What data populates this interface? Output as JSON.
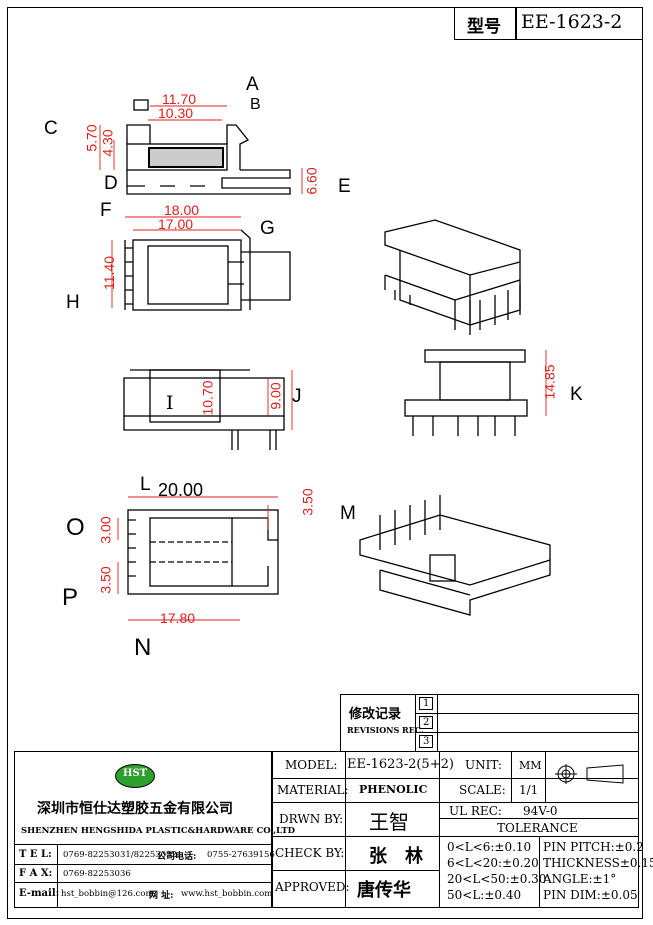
{
  "header": {
    "model_label": "型号",
    "model_value": "EE-1623-2"
  },
  "view_labels": {
    "A": "A",
    "B": "B",
    "C": "C",
    "D": "D",
    "E": "E",
    "F": "F",
    "G": "G",
    "H": "H",
    "I": "I",
    "J": "J",
    "K": "K",
    "L": "L",
    "M": "M",
    "N": "N",
    "O": "O",
    "P": "P"
  },
  "dimensions": {
    "d_11_70": "11.70",
    "d_10_30": "10.30",
    "d_5_70": "5.70",
    "d_4_30": "4.30",
    "d_6_60": "6.60",
    "d_18_00": "18.00",
    "d_17_00": "17.00",
    "d_11_40": "11.40",
    "d_10_70": "10.70",
    "d_9_00": "9.00",
    "d_14_85": "14.85",
    "d_20_00": "20.00",
    "d_3_50_top": "3.50",
    "d_3_00": "3.00",
    "d_3_50_left": "3.50",
    "d_17_80": "17.80"
  },
  "revision": {
    "title": "修改记录",
    "subtitle": "REVISIONS REC.",
    "marks": [
      "1",
      "2",
      "3"
    ]
  },
  "company": {
    "name_cn": "深圳市恒仕达塑胶五金有限公司",
    "name_en": "SHENZHEN HENGSHIDA PLASTIC&HARDWARE CO.,LTD",
    "tel_label": "T E L:",
    "tel_value": "0769-82253031/82253032",
    "phone_label": "公司电话:",
    "phone_value": "0755-27639156",
    "fax_label": "F A X:",
    "fax_value": "0769-82253036",
    "email_label": "E-mail:",
    "email_value": "hst_bobbin@126.com",
    "web_label": "网 址:",
    "web_value": "www.hst_bobbin.com",
    "logo_text": "HST"
  },
  "title_block": {
    "model_label": "MODEL:",
    "model_value": "EE-1623-2(5+2)",
    "material_label": "MATERIAL:",
    "material_value": "PHENOLIC",
    "drawn_label": "DRWN BY:",
    "drawn_value": "王智",
    "check_label": "CHECK BY:",
    "check_value": "张　林",
    "approved_label": "APPROVED:",
    "approved_value": "唐传华",
    "unit_label": "UNIT:",
    "unit_value": "MM",
    "scale_label": "SCALE:",
    "scale_value": "1/1",
    "ul_label": "UL REC:",
    "ul_value": "94V-0",
    "tolerance_label": "TOLERANCE",
    "tol_1": "0<L<6:±0.10",
    "tol_2": "6<L<20:±0.20",
    "tol_3": "20<L<50:±0.30",
    "tol_4": "50<L:±0.40",
    "pin_pitch": "PIN PITCH:±0.2",
    "thickness": "THICKNESS±0.15",
    "angle": "ANGLE:±1°",
    "pin_dim": "PIN DIM:±0.05"
  }
}
